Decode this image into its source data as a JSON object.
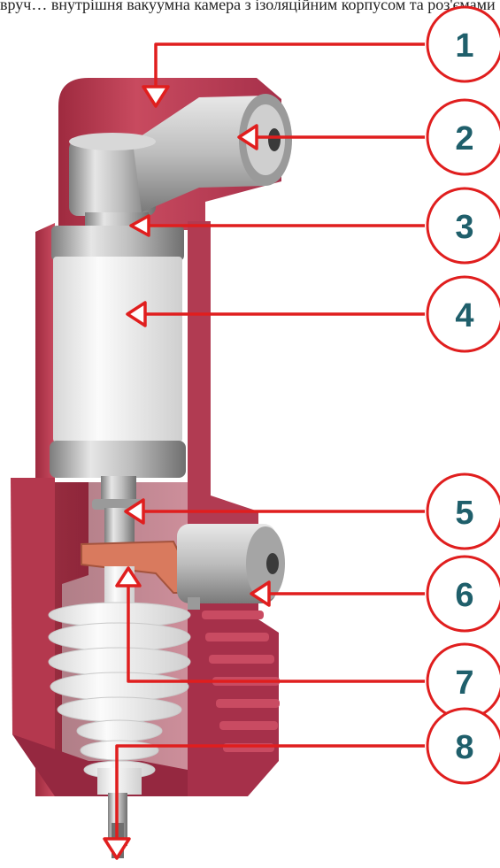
{
  "header_text": "вруч… внутрішня вакуумна камера з ізоляційним корпусом та роз'ємами …",
  "colors": {
    "housing": "#b8394f",
    "housing_dark": "#8e2236",
    "callout_red": "#e01e1e",
    "callout_number": "#1f5f6b",
    "metal": "#c9c9c9",
    "insulator": "#f1f1ef",
    "copper": "#d97a5e"
  },
  "callouts": [
    {
      "id": "1",
      "label": "1"
    },
    {
      "id": "2",
      "label": "2"
    },
    {
      "id": "3",
      "label": "3"
    },
    {
      "id": "4",
      "label": "4"
    },
    {
      "id": "5",
      "label": "5"
    },
    {
      "id": "6",
      "label": "6"
    },
    {
      "id": "7",
      "label": "7"
    },
    {
      "id": "8",
      "label": "8"
    }
  ]
}
